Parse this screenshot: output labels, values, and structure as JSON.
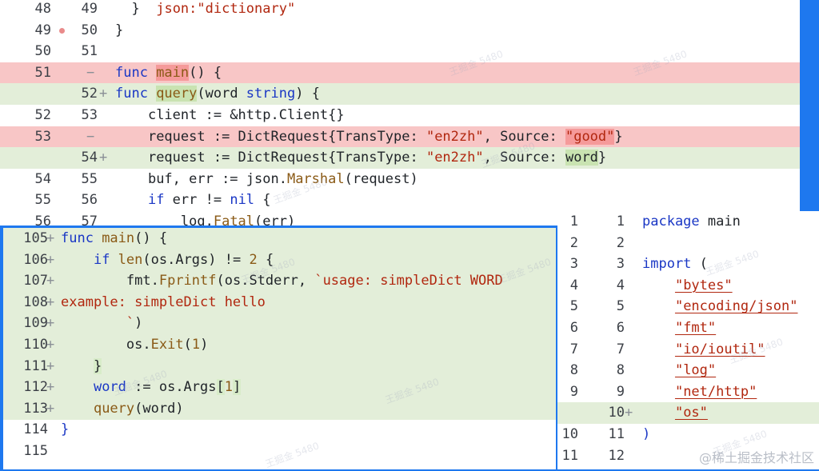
{
  "top_panel": {
    "rows": [
      {
        "old": "48",
        "new": "49",
        "code": [
          {
            "t": "  "
          },
          {
            "c": "t",
            "v": "}"
          },
          {
            "t": "  "
          },
          {
            "c": "s",
            "v": "json:\"dictionary\""
          }
        ]
      },
      {
        "old": "49",
        "new": "50",
        "breakpoint": true,
        "code": [
          {
            "c": "t",
            "v": "}"
          }
        ]
      },
      {
        "old": "50",
        "new": "51",
        "code": []
      },
      {
        "old": "51",
        "new": "",
        "type": "del",
        "marker": "−",
        "code": [
          {
            "c": "k",
            "v": "func "
          },
          {
            "c": "f hl-del",
            "v": "main"
          },
          {
            "c": "t",
            "v": "() {"
          }
        ]
      },
      {
        "old": "",
        "new": "52",
        "type": "add",
        "marker": "+",
        "code": [
          {
            "c": "k",
            "v": "func "
          },
          {
            "c": "f hl-add",
            "v": "query"
          },
          {
            "c": "t",
            "v": "(word "
          },
          {
            "c": "k",
            "v": "string"
          },
          {
            "c": "t",
            "v": ") {"
          }
        ]
      },
      {
        "old": "52",
        "new": "53",
        "code": [
          {
            "t": "    "
          },
          {
            "c": "t",
            "v": "client := &http.Client{}"
          }
        ]
      },
      {
        "old": "53",
        "new": "",
        "type": "del",
        "marker": "−",
        "code": [
          {
            "t": "    "
          },
          {
            "c": "t",
            "v": "request := DictRequest{TransType: "
          },
          {
            "c": "s",
            "v": "\"en2zh\""
          },
          {
            "c": "t",
            "v": ", Source: "
          },
          {
            "c": "s hl-del",
            "v": "\"good\""
          },
          {
            "c": "t",
            "v": "}"
          }
        ]
      },
      {
        "old": "",
        "new": "54",
        "type": "add",
        "marker": "+",
        "code": [
          {
            "t": "    "
          },
          {
            "c": "t",
            "v": "request := DictRequest{TransType: "
          },
          {
            "c": "s",
            "v": "\"en2zh\""
          },
          {
            "c": "t",
            "v": ", Source: "
          },
          {
            "c": "t hl-add",
            "v": "word"
          },
          {
            "c": "t",
            "v": "}"
          }
        ]
      },
      {
        "old": "54",
        "new": "55",
        "code": [
          {
            "t": "    "
          },
          {
            "c": "t",
            "v": "buf, err := json."
          },
          {
            "c": "f",
            "v": "Marshal"
          },
          {
            "c": "t",
            "v": "(request)"
          }
        ]
      },
      {
        "old": "55",
        "new": "56",
        "code": [
          {
            "t": "    "
          },
          {
            "c": "k",
            "v": "if "
          },
          {
            "c": "t",
            "v": "err != "
          },
          {
            "c": "k",
            "v": "nil"
          },
          {
            "c": "t",
            "v": " {"
          }
        ]
      },
      {
        "old": "56",
        "new": "57",
        "code": [
          {
            "t": "        "
          },
          {
            "c": "t",
            "v": "log."
          },
          {
            "c": "f",
            "v": "Fatal"
          },
          {
            "c": "t",
            "v": "(err)"
          }
        ]
      }
    ]
  },
  "bottom_left_panel": {
    "rows": [
      {
        "new": "105",
        "type": "add",
        "marker": "+",
        "code": [
          {
            "c": "k",
            "v": "func "
          },
          {
            "c": "f",
            "v": "main"
          },
          {
            "c": "t",
            "v": "() {"
          }
        ]
      },
      {
        "new": "106",
        "type": "add",
        "marker": "+",
        "arrows": 1,
        "code": [
          {
            "t": "    "
          },
          {
            "c": "k",
            "v": "if "
          },
          {
            "c": "f",
            "v": "len"
          },
          {
            "c": "t",
            "v": "(os.Args) != "
          },
          {
            "c": "f",
            "v": "2"
          },
          {
            "c": "t",
            "v": " {"
          }
        ]
      },
      {
        "new": "107",
        "type": "add",
        "marker": "+",
        "arrows": 2,
        "code": [
          {
            "t": "        "
          },
          {
            "c": "t",
            "v": "fmt."
          },
          {
            "c": "f",
            "v": "Fprintf"
          },
          {
            "c": "t",
            "v": "(os.Stderr, "
          },
          {
            "c": "s",
            "v": "`usage: simpleDict WORD"
          }
        ]
      },
      {
        "new": "108",
        "type": "add",
        "marker": "+",
        "code": [
          {
            "c": "s",
            "v": "example: simpleDict hello"
          }
        ]
      },
      {
        "new": "109",
        "type": "add",
        "marker": "+",
        "arrows": 2,
        "code": [
          {
            "t": "        "
          },
          {
            "c": "s",
            "v": "`"
          },
          {
            "c": "t",
            "v": ")"
          }
        ]
      },
      {
        "new": "110",
        "type": "add",
        "marker": "+",
        "arrows": 2,
        "code": [
          {
            "t": "        "
          },
          {
            "c": "t",
            "v": "os."
          },
          {
            "c": "f",
            "v": "Exit"
          },
          {
            "c": "t",
            "v": "("
          },
          {
            "c": "f",
            "v": "1"
          },
          {
            "c": "t",
            "v": ")"
          }
        ]
      },
      {
        "new": "111",
        "type": "add",
        "marker": "+",
        "arrows": 1,
        "code": [
          {
            "t": "    "
          },
          {
            "c": "t bracket",
            "v": "}"
          }
        ]
      },
      {
        "new": "112",
        "type": "add",
        "marker": "+",
        "arrows": 1,
        "code": [
          {
            "t": "    "
          },
          {
            "c": "k",
            "v": "word"
          },
          {
            "c": "t",
            "v": " := os.Args"
          },
          {
            "c": "t bracket",
            "v": "["
          },
          {
            "c": "f",
            "v": "1"
          },
          {
            "c": "t bracket",
            "v": "]"
          }
        ]
      },
      {
        "new": "113",
        "type": "add",
        "marker": "+",
        "arrows": 1,
        "code": [
          {
            "t": "    "
          },
          {
            "c": "f",
            "v": "query"
          },
          {
            "c": "t",
            "v": "(word)"
          }
        ]
      },
      {
        "new": "114",
        "code": [
          {
            "c": "k",
            "v": "}"
          }
        ]
      },
      {
        "new": "115",
        "code": []
      }
    ]
  },
  "right_panel": {
    "rows": [
      {
        "old": "1",
        "new": "1",
        "code": [
          {
            "c": "k",
            "v": "package "
          },
          {
            "c": "t",
            "v": "main"
          }
        ]
      },
      {
        "old": "2",
        "new": "2",
        "code": []
      },
      {
        "old": "3",
        "new": "3",
        "code": [
          {
            "c": "k",
            "v": "import "
          },
          {
            "c": "t",
            "v": "("
          }
        ]
      },
      {
        "old": "4",
        "new": "4",
        "arrows": 1,
        "code": [
          {
            "t": "    "
          },
          {
            "c": "imp",
            "v": "\"bytes\""
          }
        ]
      },
      {
        "old": "5",
        "new": "5",
        "arrows": 1,
        "code": [
          {
            "t": "    "
          },
          {
            "c": "imp",
            "v": "\"encoding/json\""
          }
        ]
      },
      {
        "old": "6",
        "new": "6",
        "arrows": 1,
        "code": [
          {
            "t": "    "
          },
          {
            "c": "imp",
            "v": "\"fmt\""
          }
        ]
      },
      {
        "old": "7",
        "new": "7",
        "arrows": 1,
        "code": [
          {
            "t": "    "
          },
          {
            "c": "imp",
            "v": "\"io/ioutil\""
          }
        ]
      },
      {
        "old": "8",
        "new": "8",
        "arrows": 1,
        "code": [
          {
            "t": "    "
          },
          {
            "c": "imp",
            "v": "\"log\""
          }
        ]
      },
      {
        "old": "9",
        "new": "9",
        "arrows": 1,
        "code": [
          {
            "t": "    "
          },
          {
            "c": "imp",
            "v": "\"net/http\""
          }
        ]
      },
      {
        "old": "",
        "new": "10",
        "type": "add",
        "marker": "+",
        "arrows": 1,
        "code": [
          {
            "t": "    "
          },
          {
            "c": "imp",
            "v": "\"os\""
          }
        ]
      },
      {
        "old": "10",
        "new": "11",
        "code": [
          {
            "c": "k",
            "v": ")"
          }
        ]
      },
      {
        "old": "11",
        "new": "12",
        "code": []
      }
    ]
  },
  "watermark_text": "王掘金 5480",
  "credit": "@稀土掘金技术社区",
  "colors": {
    "background": "#1e78ef",
    "deleted_line": "#f8c6c6",
    "added_line": "#e3eed9",
    "keyword": "#1a37c5",
    "string": "#b1270f",
    "function": "#8a5a16"
  }
}
